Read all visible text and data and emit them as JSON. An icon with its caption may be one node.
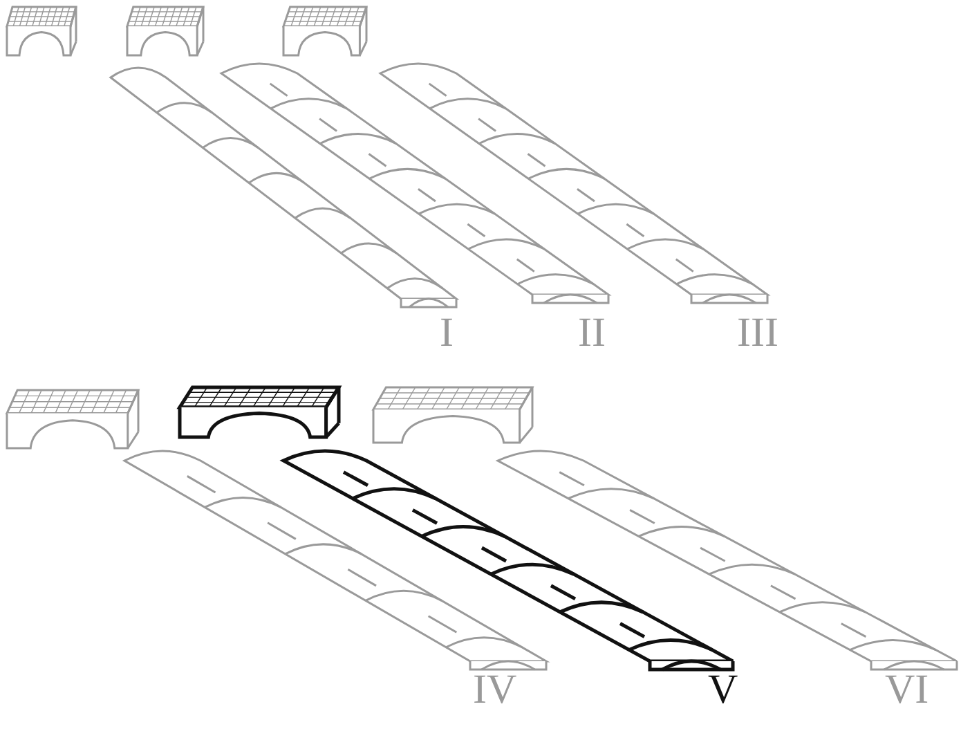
{
  "diagram": {
    "labels": [
      "I",
      "II",
      "III",
      "IV",
      "V",
      "VI"
    ]
  }
}
